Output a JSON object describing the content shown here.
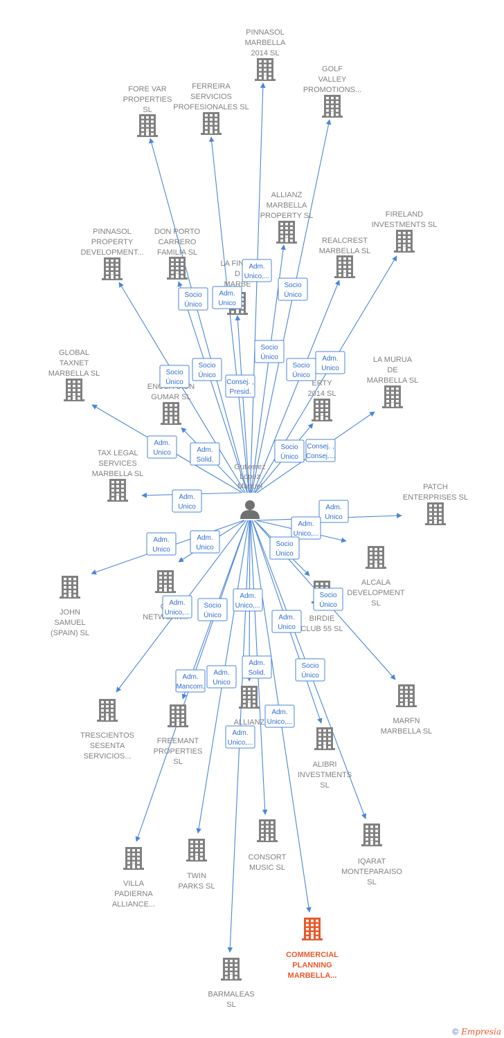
{
  "center_person": {
    "name": [
      "Gutierrez",
      "Lopez",
      "Manuel"
    ]
  },
  "colors": {
    "building": "#808080",
    "highlight": "#e8592b",
    "edge": "#4a86d9"
  },
  "icons": {
    "company": "building-icon",
    "person": "person-icon"
  },
  "companies": [
    {
      "id": "pinnasol2014",
      "label": [
        "PINNASOL",
        "MARBELLA",
        "2014  SL"
      ]
    },
    {
      "id": "golfvalley",
      "label": [
        "GOLF",
        "VALLEY",
        "PROMOTIONS..."
      ]
    },
    {
      "id": "forevar",
      "label": [
        "FORE VAR",
        "PROPERTIES",
        "SL"
      ]
    },
    {
      "id": "ferreira",
      "label": [
        "FERREIRA",
        "SERVICIOS",
        "PROFESIONALES SL"
      ]
    },
    {
      "id": "allianzprop",
      "label": [
        "ALLIANZ",
        "MARBELLA",
        "PROPERTY  SL"
      ]
    },
    {
      "id": "fireland",
      "label": [
        "FIRELAND",
        "INVESTMENTS SL"
      ]
    },
    {
      "id": "pinnasolprop",
      "label": [
        "PINNASOL",
        "PROPERTY",
        "DEVELOPMENT..."
      ]
    },
    {
      "id": "donporto",
      "label": [
        "DON PORTO",
        "CARRERO",
        "FAMILIA  SL"
      ]
    },
    {
      "id": "lafinca",
      "label": [
        "LA FINCA",
        "D",
        "MARBE"
      ]
    },
    {
      "id": "realcrest",
      "label": [
        "REALCREST",
        "MARBELLA  SL"
      ]
    },
    {
      "id": "globaltaxnet",
      "label": [
        "GLOBAL",
        "TAXNET",
        "MARBELLA SL"
      ]
    },
    {
      "id": "encuadracion",
      "label": [
        "ENCUA   CION",
        "GUMAR  SL"
      ]
    },
    {
      "id": "property2014",
      "label": [
        "ERTY",
        "2014  SL"
      ]
    },
    {
      "id": "lamurua",
      "label": [
        "LA MURUA",
        "DE",
        "MARBELLA  SL"
      ]
    },
    {
      "id": "taxlegal",
      "label": [
        "TAX LEGAL",
        "SERVICES",
        "MARBELLA SL"
      ]
    },
    {
      "id": "patch",
      "label": [
        "PATCH",
        "ENTERPRISES SL"
      ]
    },
    {
      "id": "alcala",
      "label": [
        "ALCALA",
        "DEVELOPMENT",
        "SL"
      ]
    },
    {
      "id": "johnsamuel",
      "label": [
        "JOHN",
        "SAMUEL",
        "(SPAIN)  SL"
      ]
    },
    {
      "id": "glnetwork",
      "label": [
        "GL",
        "NETWORK..."
      ]
    },
    {
      "id": "birdie",
      "label": [
        "BIRDIE",
        "CLUB 55 SL"
      ]
    },
    {
      "id": "marfn",
      "label": [
        "MARFN",
        "MARBELLA  SL"
      ]
    },
    {
      "id": "trescientos",
      "label": [
        "TRESCIENTOS",
        "SESENTA",
        "SERVICIOS..."
      ]
    },
    {
      "id": "freemant",
      "label": [
        "FREEMANT",
        "PROPERTIES",
        "SL"
      ]
    },
    {
      "id": "allianz2",
      "label": [
        "ALLIANZ",
        "L",
        "SL"
      ]
    },
    {
      "id": "alibri",
      "label": [
        "ALIBRI",
        "INVESTMENTS",
        "SL"
      ]
    },
    {
      "id": "consort",
      "label": [
        "CONSORT",
        "MUSIC SL"
      ]
    },
    {
      "id": "iqarat",
      "label": [
        "IQARAT",
        "MONTEPARAISO",
        "SL"
      ]
    },
    {
      "id": "villa",
      "label": [
        "VILLA",
        "PADIERNA",
        "ALLIANCE..."
      ]
    },
    {
      "id": "twinparks",
      "label": [
        "TWIN",
        "PARKS SL"
      ]
    },
    {
      "id": "commercial",
      "label": [
        "COMMERCIAL",
        "PLANNING",
        "MARBELLA..."
      ],
      "highlight": true
    },
    {
      "id": "barmaleas",
      "label": [
        "BARMALEAS",
        "SL"
      ]
    }
  ],
  "relations": [
    {
      "text": [
        "Adm.",
        "Unico,..."
      ]
    },
    {
      "text": [
        "Socio",
        "Único"
      ]
    },
    {
      "text": [
        "Adm.",
        "Unico"
      ]
    },
    {
      "text": [
        "Socio",
        "Único"
      ]
    },
    {
      "text": [
        "Socio",
        "Único"
      ]
    },
    {
      "text": [
        "Socio",
        "Único"
      ]
    },
    {
      "text": [
        "Adm.",
        "Unico"
      ]
    },
    {
      "text": [
        "Socio",
        "Único"
      ]
    },
    {
      "text": [
        "Socio",
        "Único"
      ]
    },
    {
      "text": [
        "Consej. ,",
        "Presid."
      ]
    },
    {
      "text": [
        "Adm.",
        "Unico"
      ]
    },
    {
      "text": [
        "Adm.",
        "Solid."
      ]
    },
    {
      "text": [
        "Socio",
        "Único"
      ]
    },
    {
      "text": [
        "Consej. ,",
        "Consej...."
      ]
    },
    {
      "text": [
        "Adm.",
        "Unico"
      ]
    },
    {
      "text": [
        "Adm.",
        "Unico"
      ]
    },
    {
      "text": [
        "Adm.",
        "Unico,..."
      ]
    },
    {
      "text": [
        "Socio",
        "Único"
      ]
    },
    {
      "text": [
        "Adm.",
        "Unico"
      ]
    },
    {
      "text": [
        "Adm.",
        "Unico"
      ]
    },
    {
      "text": [
        "Adm.",
        "Unico,..."
      ]
    },
    {
      "text": [
        "Socio",
        "Único"
      ]
    },
    {
      "text": [
        "Adm.",
        "Unico,..."
      ]
    },
    {
      "text": [
        "Socio",
        "Único"
      ]
    },
    {
      "text": [
        "Adm.",
        "Unico"
      ]
    },
    {
      "text": [
        "Adm.",
        "Solid."
      ]
    },
    {
      "text": [
        "Adm.",
        "Mancom."
      ]
    },
    {
      "text": [
        "Adm.",
        "Unico"
      ]
    },
    {
      "text": [
        "Socio",
        "Único"
      ]
    },
    {
      "text": [
        "Adm.",
        "Unico,..."
      ]
    },
    {
      "text": [
        "Adm.",
        "Unico,..."
      ]
    }
  ],
  "footer": {
    "copyright": "©",
    "brand": "Empresia"
  }
}
